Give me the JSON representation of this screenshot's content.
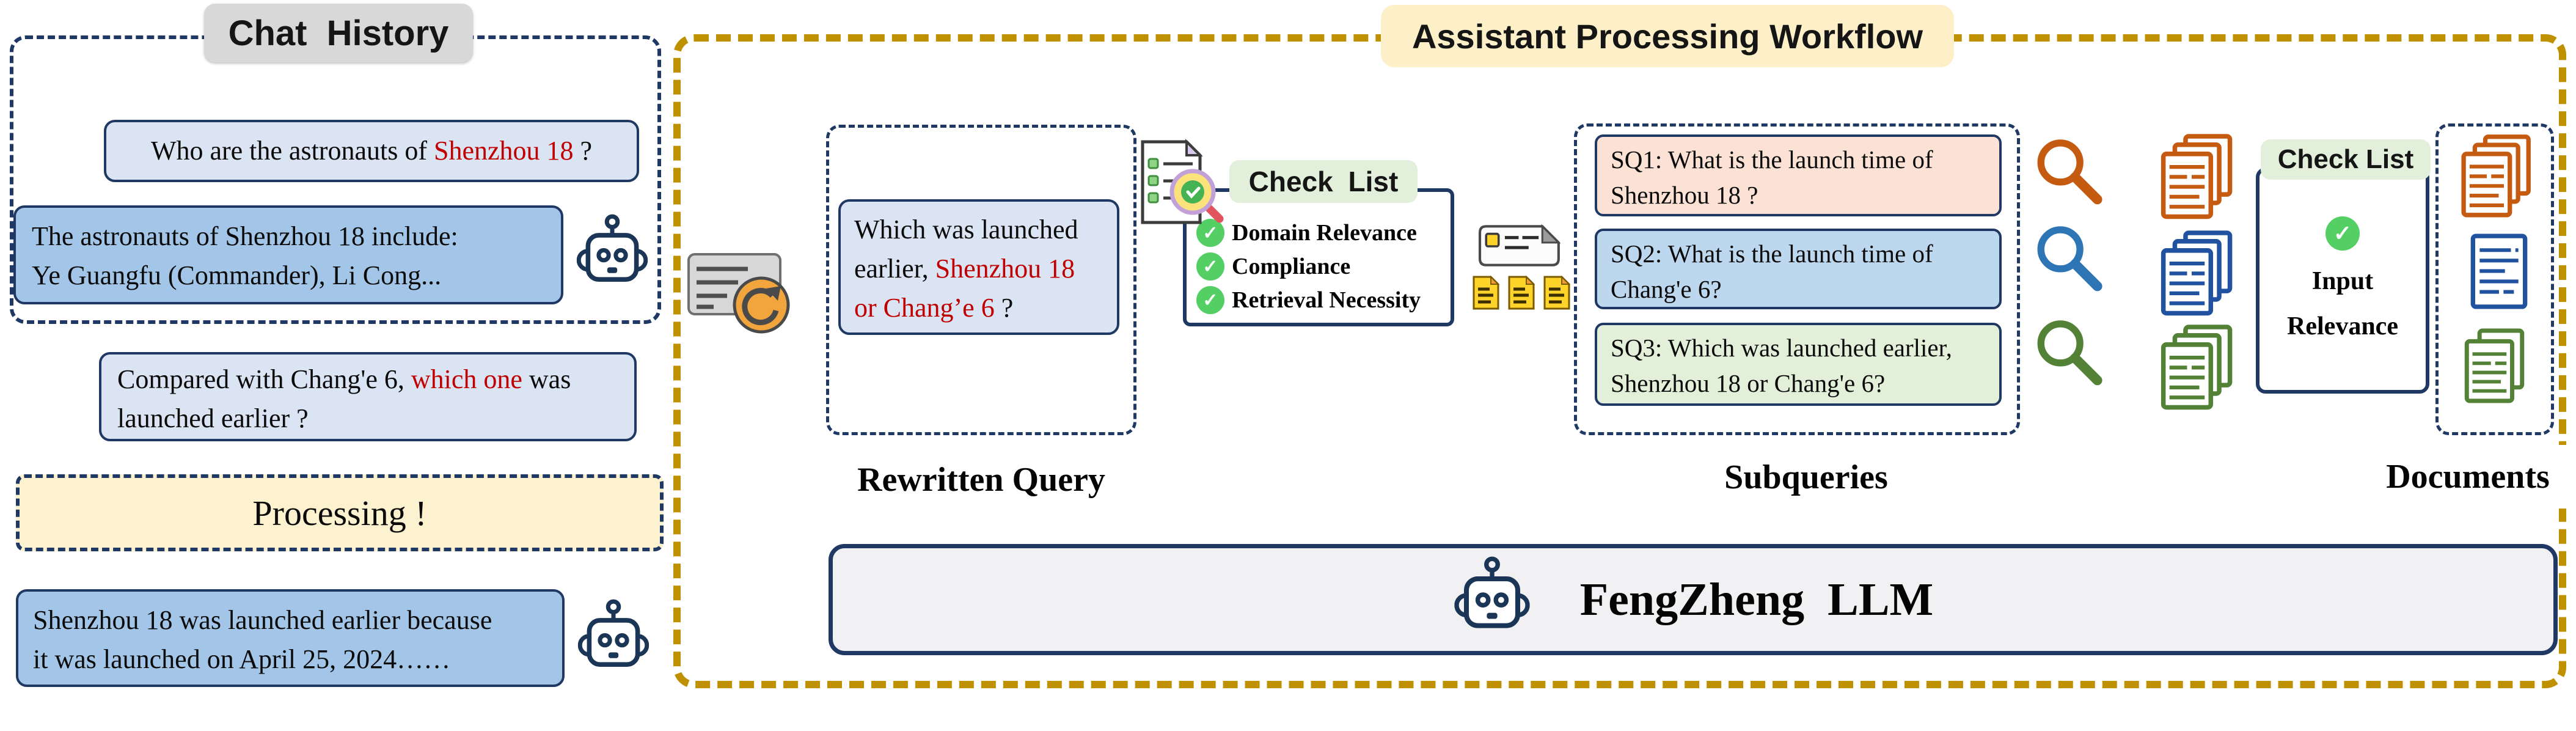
{
  "chat": {
    "title": "Chat History",
    "bubble1": {
      "prefix": "Who are the astronauts of ",
      "highlight": "Shenzhou 18",
      "suffix": " ?"
    },
    "bubble2": {
      "line1": "The astronauts of Shenzhou 18 include:",
      "line2": "Ye Guangfu (Commander), Li Cong..."
    },
    "bubble3": {
      "black1": "Compared with Chang'e 6, ",
      "red": "which one",
      "black2": " was",
      "line2": "launched earlier ?"
    },
    "processing": "Processing !",
    "bubble4": {
      "line1": "Shenzhou 18 was launched earlier because",
      "line2": "it was launched on April 25, 2024……"
    }
  },
  "workflow": {
    "title": "Assistant Processing Workflow",
    "rewritten": {
      "line1": "Which was launched",
      "line2_black": "earlier, ",
      "line2_red": "Shenzhou 18",
      "line3_red": "or Chang’e 6",
      "line3_black": " ?",
      "label": "Rewritten Query"
    },
    "checklist1": {
      "title": "Check List",
      "items": [
        "Domain Relevance",
        "Compliance",
        "Retrieval Necessity"
      ],
      "check_glyph": "✓"
    },
    "subqueries": {
      "label": "Subqueries",
      "items": [
        {
          "line1": "SQ1: What is the launch time of",
          "line2": "Shenzhou 18 ?"
        },
        {
          "line1": "SQ2: What is the launch time of",
          "line2": "Chang'e 6?"
        },
        {
          "line1": "SQ3: Which was launched earlier,",
          "line2": "Shenzhou 18 or Chang'e 6?"
        }
      ]
    },
    "checklist2": {
      "title": "Check List",
      "line1": "Input",
      "line2": "Relevance",
      "check_glyph": "✓"
    },
    "documents_label": "Documents",
    "llm_name": "FengZheng  LLM"
  },
  "icons": {
    "rewrite": "card-refresh-icon",
    "checklist_doc": "document-magnifier-check-icon",
    "query_dispatch": "query-card-icon",
    "subquery_docs": "yellow-document-icons",
    "search": "magnifier-icon",
    "documents": "document-stack-icon",
    "assistant": "robot-icon"
  },
  "colors": {
    "navy": "#1f3864",
    "gold_border": "#bf9000",
    "red_highlight": "#c00000",
    "bubble_light": "#dbe4f3",
    "bubble_mid": "#a3c6e8",
    "cream": "#fdf2cf",
    "title_gray": "#d8d8d8",
    "checklist_green": "#e2efda",
    "check_green": "#53cf63",
    "sq1_peach": "#fbe2d5",
    "sq2_blue": "#bdd7ee",
    "sq3_green": "#e2efd9",
    "orange": "#c55a11",
    "blue": "#2e75b6",
    "green": "#538135",
    "llm_gray": "#f1f1f3"
  }
}
